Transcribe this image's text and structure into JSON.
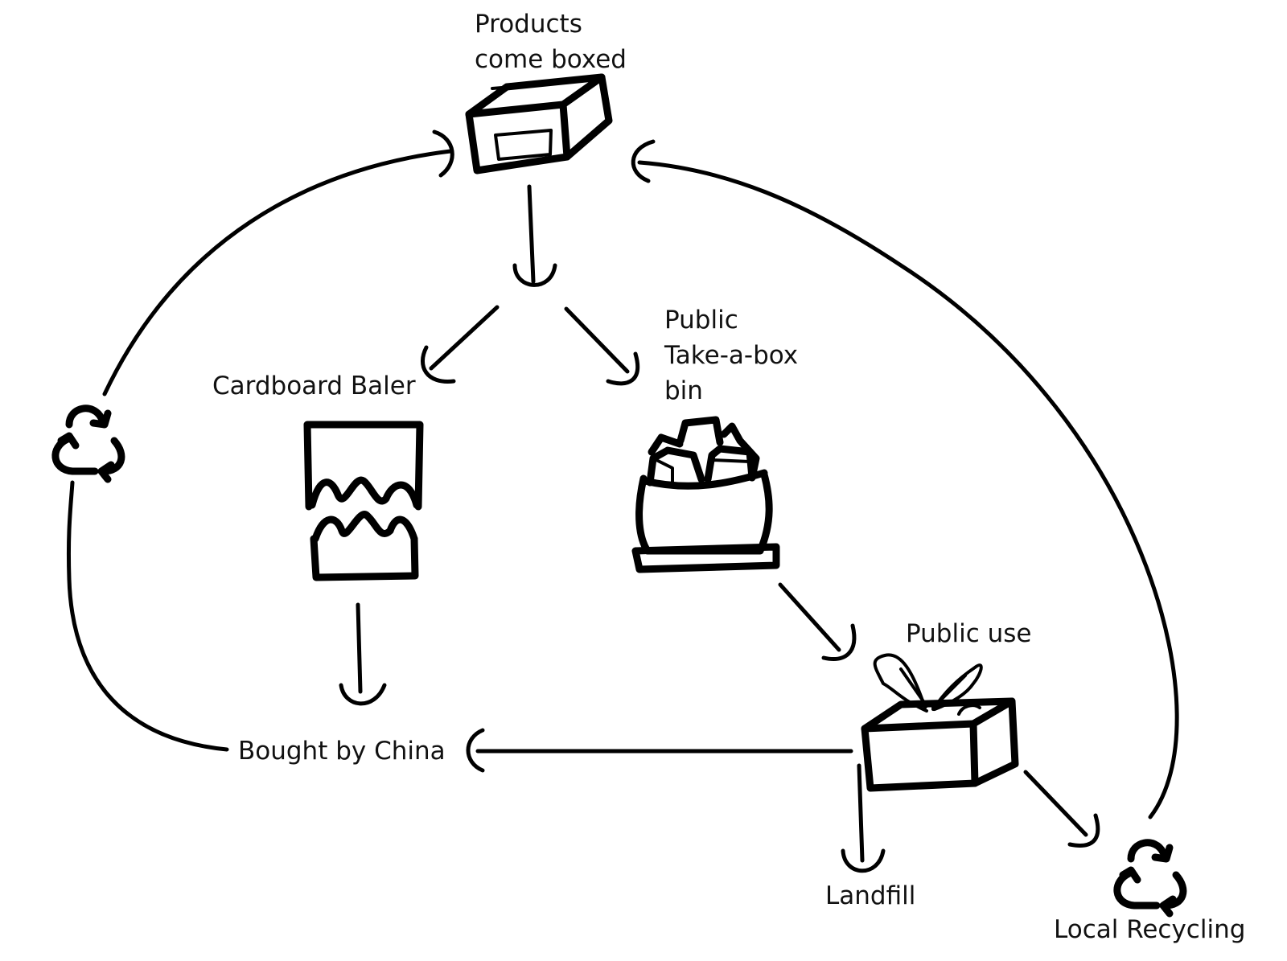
{
  "diagram": {
    "title": "Cardboard box lifecycle",
    "nodes": {
      "products": {
        "label_line1": "Products",
        "label_line2": "come boxed",
        "icon": "cardboard-box-icon"
      },
      "baler": {
        "label": "Cardboard Baler",
        "icon": "baler-icon"
      },
      "takebox": {
        "label_line1": "Public",
        "label_line2": "Take-a-box",
        "label_line3": "bin",
        "icon": "bin-of-boxes-icon"
      },
      "public_use": {
        "label": "Public use",
        "icon": "planter-box-icon"
      },
      "china": {
        "label": "Bought by China"
      },
      "landfill": {
        "label": "Landfill"
      },
      "local_recycling": {
        "label": "Local Recycling",
        "icon": "recycle-icon"
      }
    },
    "edges": [
      {
        "from": "Products come boxed",
        "to": "split"
      },
      {
        "from": "split",
        "to": "Cardboard Baler"
      },
      {
        "from": "split",
        "to": "Public Take-a-box bin"
      },
      {
        "from": "Cardboard Baler",
        "to": "Bought by China"
      },
      {
        "from": "Public Take-a-box bin",
        "to": "Public use"
      },
      {
        "from": "Public use",
        "to": "Bought by China"
      },
      {
        "from": "Public use",
        "to": "Landfill"
      },
      {
        "from": "Public use",
        "to": "Local Recycling"
      },
      {
        "from": "Local Recycling",
        "to": "Products come boxed"
      },
      {
        "from": "Bought by China",
        "to": "Products come boxed",
        "via": "recycle-icon"
      }
    ]
  }
}
